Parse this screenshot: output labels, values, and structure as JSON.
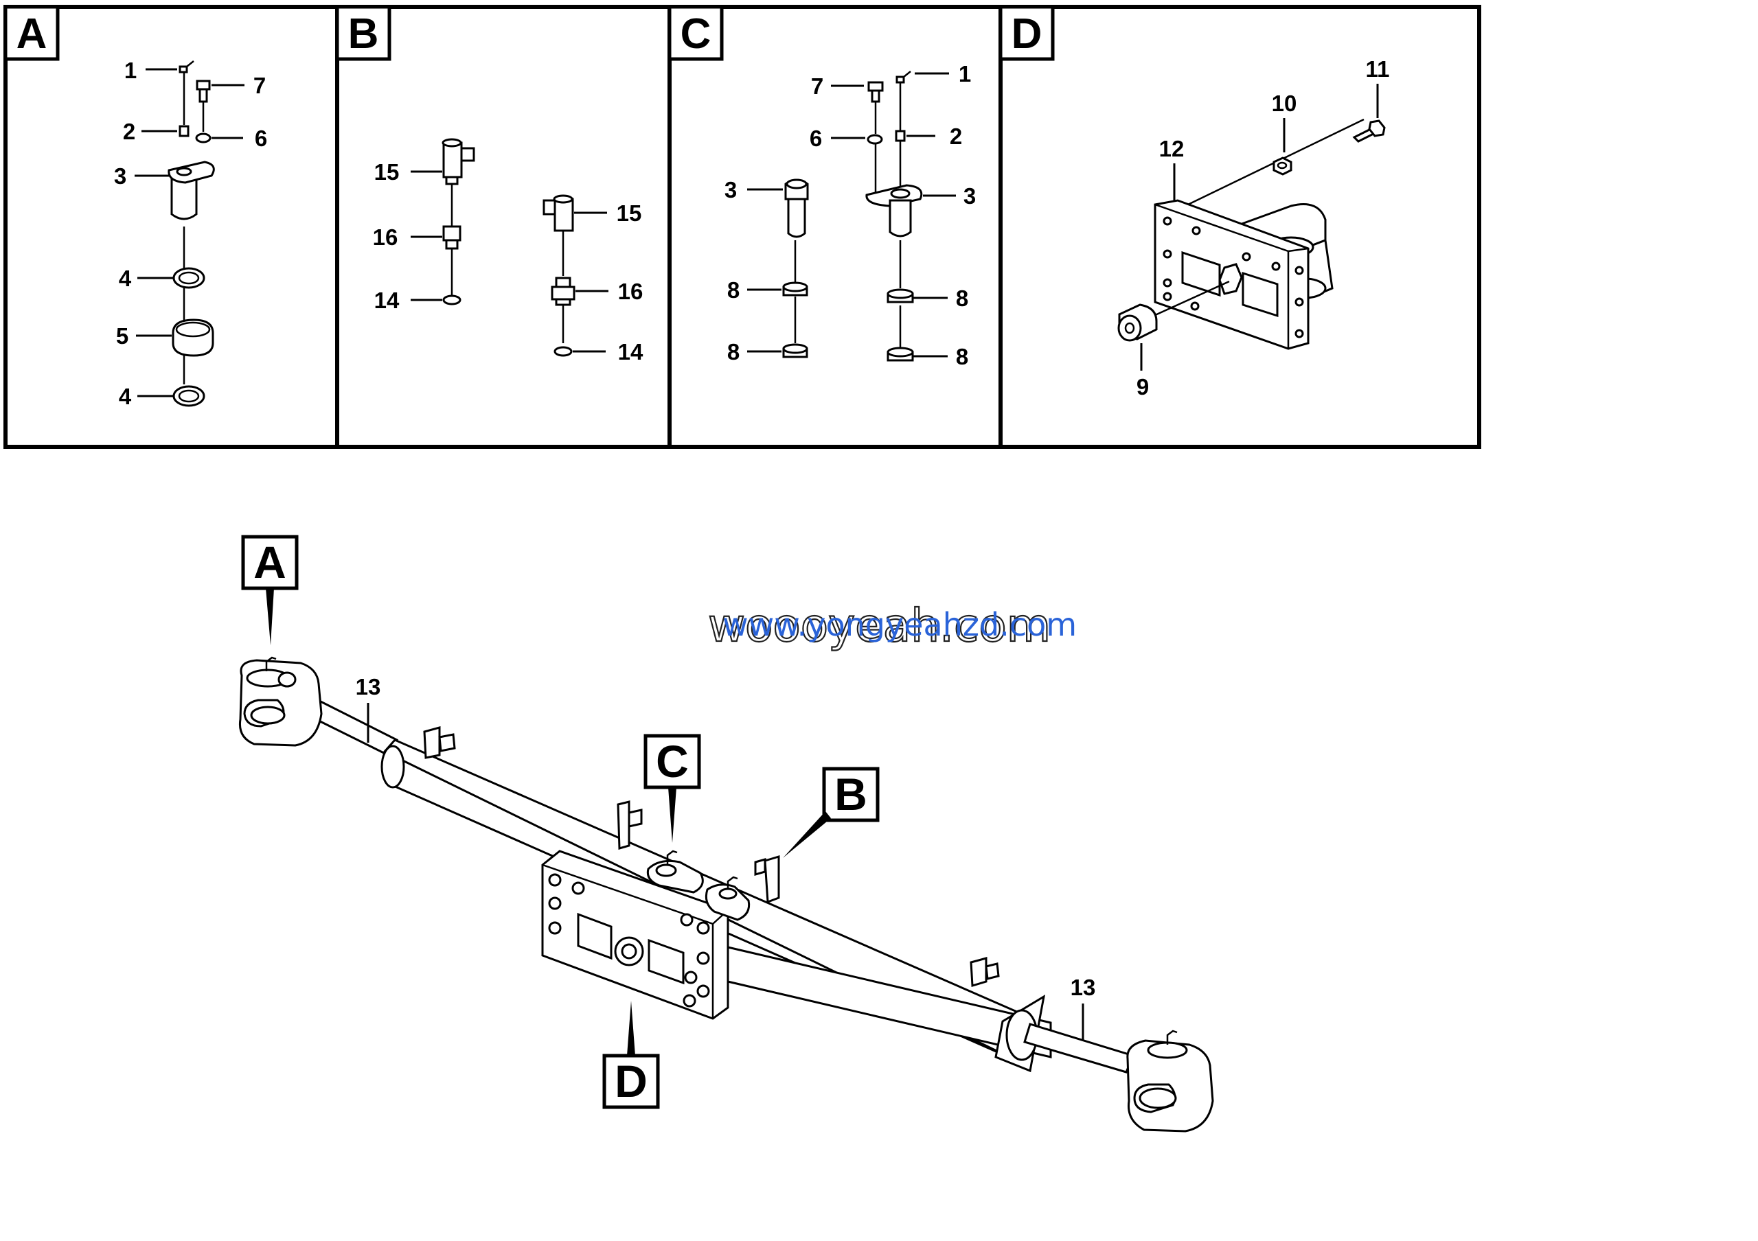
{
  "panels": [
    {
      "letter": "A",
      "callouts": [
        "1",
        "7",
        "2",
        "6",
        "3",
        "4",
        "5",
        "4"
      ]
    },
    {
      "letter": "B",
      "callouts": [
        "15",
        "16",
        "14",
        "15",
        "16",
        "14"
      ]
    },
    {
      "letter": "C",
      "callouts": [
        "7",
        "1",
        "6",
        "2",
        "3",
        "3",
        "8",
        "8",
        "8",
        "8"
      ]
    },
    {
      "letter": "D",
      "callouts": [
        "11",
        "10",
        "12",
        "9"
      ]
    }
  ],
  "main_view": {
    "view_labels": [
      "A",
      "C",
      "B",
      "D"
    ],
    "callouts": [
      "13",
      "13"
    ]
  },
  "watermark": {
    "main": "woooyeah.com",
    "overlay": "www.yongyeahzd.com"
  }
}
